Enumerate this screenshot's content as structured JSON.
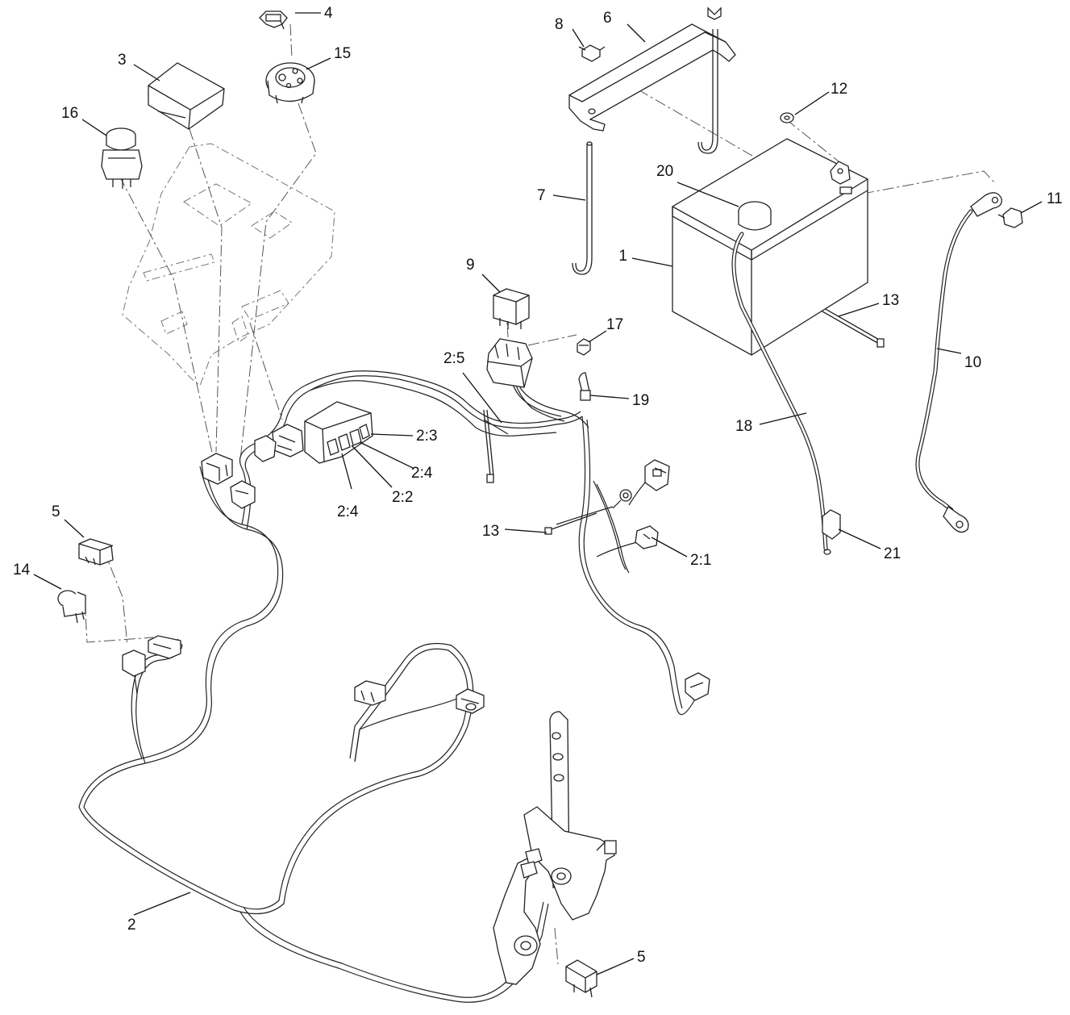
{
  "labels": {
    "p1": "1",
    "p2": "2",
    "p2_1": "2:1",
    "p2_2": "2:2",
    "p2_3": "2:3",
    "p2_4a": "2:4",
    "p2_4b": "2:4",
    "p2_5": "2:5",
    "p3": "3",
    "p4": "4",
    "p5a": "5",
    "p5b": "5",
    "p6": "6",
    "p7": "7",
    "p8": "8",
    "p9": "9",
    "p10": "10",
    "p11": "11",
    "p12": "12",
    "p13a": "13",
    "p13b": "13",
    "p14": "14",
    "p15": "15",
    "p16": "16",
    "p17": "17",
    "p18": "18",
    "p19": "19",
    "p20": "20",
    "p21": "21"
  },
  "parts": {
    "battery": "battery",
    "wire_harness": "wire-harness",
    "ignition_switch": "ignition-switch",
    "battery_hold_down": "battery-hold-down",
    "relay": "relay",
    "negative_cable": "negative-battery-cable",
    "positive_cable": "positive-battery-cable",
    "control_panel": "control-panel"
  }
}
